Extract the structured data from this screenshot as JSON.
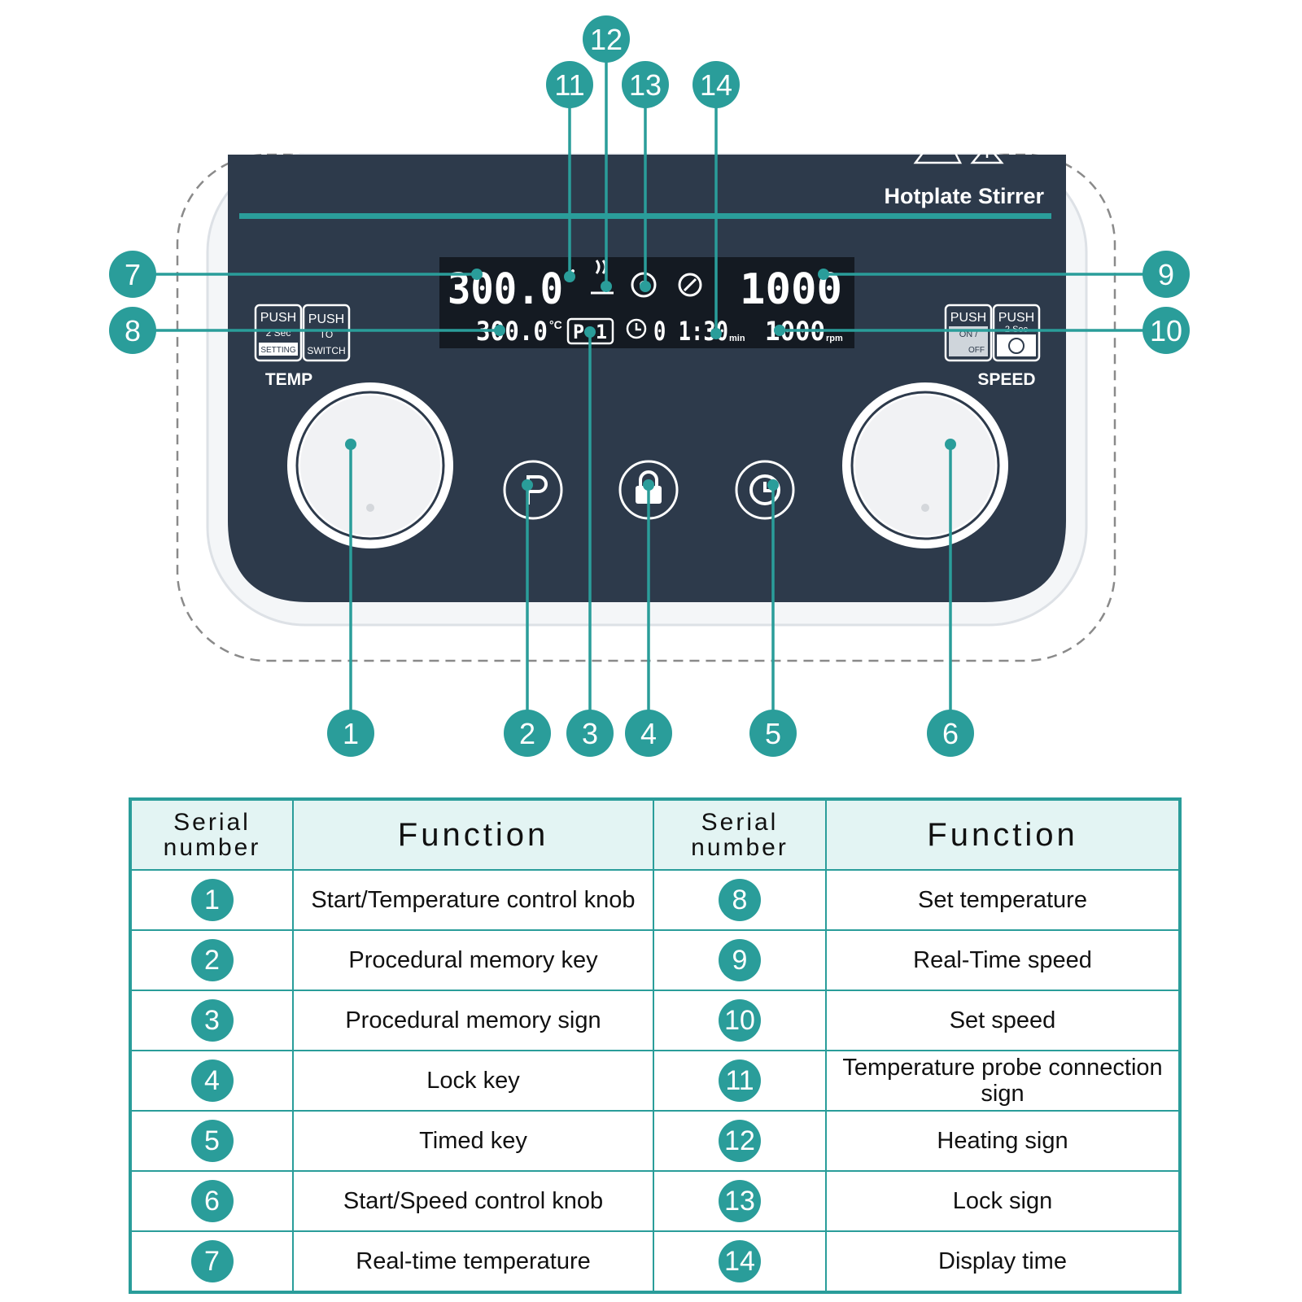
{
  "panel": {
    "brand": "Hotplate Stirrer",
    "lcd": {
      "real_temp": "300.0",
      "real_speed": "1000",
      "set_temp": "300.0",
      "set_temp_unit": "°C",
      "program": "P 1",
      "time": "0 1:30",
      "time_unit": "min",
      "set_speed": "1000",
      "set_speed_unit": "rpm"
    },
    "temp_push": {
      "left_top": "PUSH",
      "left_mid": "2 Sec",
      "left_bot": "SETTING",
      "right_top": "PUSH",
      "right_mid": "TO",
      "right_bot": "SWITCH"
    },
    "speed_push": {
      "left_top": "PUSH",
      "left_mid": "ON /",
      "left_bot": "OFF",
      "right_top": "PUSH",
      "right_mid": "2 Sec"
    },
    "temp_label": "TEMP",
    "speed_label": "SPEED"
  },
  "callouts": [
    "1",
    "2",
    "3",
    "4",
    "5",
    "6",
    "7",
    "8",
    "9",
    "10",
    "11",
    "12",
    "13",
    "14"
  ],
  "colors": {
    "accent": "#2a9d9a",
    "panel": "#2d3a4b",
    "header_bg": "#e3f4f3"
  },
  "table": {
    "headers": [
      "Serial\nnumber",
      "Function",
      "Serial\nnumber",
      "Function"
    ],
    "rows": [
      {
        "n1": "1",
        "f1": "Start/Temperature control knob",
        "n2": "8",
        "f2": "Set temperature"
      },
      {
        "n1": "2",
        "f1": "Procedural memory key",
        "n2": "9",
        "f2": "Real-Time speed"
      },
      {
        "n1": "3",
        "f1": "Procedural memory sign",
        "n2": "10",
        "f2": "Set speed"
      },
      {
        "n1": "4",
        "f1": "Lock key",
        "n2": "11",
        "f2": "Temperature probe connection sign"
      },
      {
        "n1": "5",
        "f1": "Timed key",
        "n2": "12",
        "f2": "Heating sign"
      },
      {
        "n1": "6",
        "f1": "Start/Speed control knob",
        "n2": "13",
        "f2": "Lock sign"
      },
      {
        "n1": "7",
        "f1": "Real-time temperature",
        "n2": "14",
        "f2": "Display time"
      }
    ]
  }
}
